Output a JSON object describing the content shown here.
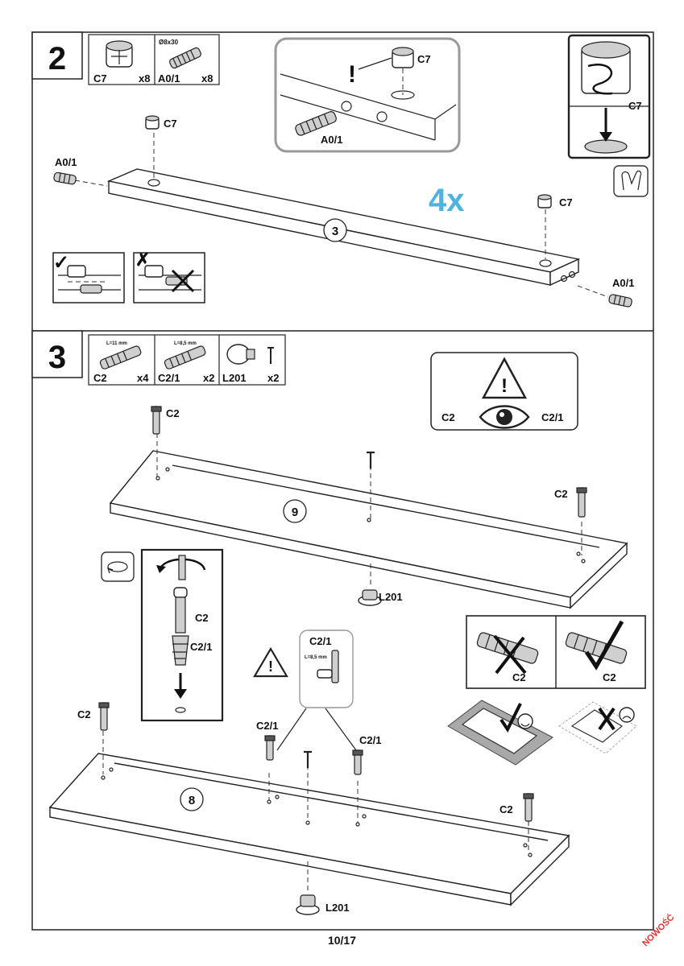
{
  "step2": {
    "number": "2",
    "parts": [
      {
        "code": "C7",
        "qty": "x8"
      },
      {
        "code": "A0/1",
        "qty": "x8",
        "size": "Ø8x30"
      }
    ],
    "detail_labels": {
      "warning": "!",
      "cam": "C7",
      "dowel": "A0/1"
    },
    "board_number": "3",
    "repeat": "4x",
    "labels": {
      "cam_left": "C7",
      "cam_right": "C7",
      "dowel_left": "A0/1",
      "dowel_right": "A0/1",
      "corner_cam": "C7"
    },
    "marks": {
      "ok": "✓",
      "bad": "✗"
    }
  },
  "step3": {
    "number": "3",
    "parts": [
      {
        "code": "C2",
        "qty": "x4",
        "length": "L=11 mm"
      },
      {
        "code": "C2/1",
        "qty": "x2",
        "length": "L=8,5 mm"
      },
      {
        "code": "L201",
        "qty": "x2"
      }
    ],
    "eye_box": {
      "left": "C2",
      "right": "C2/1",
      "warning": "!"
    },
    "board_top": {
      "number": "9",
      "c2_left": "C2",
      "c2_right": "C2",
      "foot": "L201"
    },
    "screw_panel": {
      "top": "C2",
      "bottom": "C2/1"
    },
    "callout": {
      "title": "C2/1",
      "length": "L=8,5 mm"
    },
    "board_bottom": {
      "number": "8",
      "c2_left": "C2",
      "c2_right": "C2",
      "c21_left": "C2/1",
      "c21_right": "C2/1",
      "foot": "L201"
    },
    "compare": {
      "left": "C2",
      "right": "C2"
    },
    "smile": {
      "ok": "✓",
      "bad": "✗"
    }
  },
  "footer": {
    "page": "10/17",
    "badge": "NOWOŚĆ"
  }
}
